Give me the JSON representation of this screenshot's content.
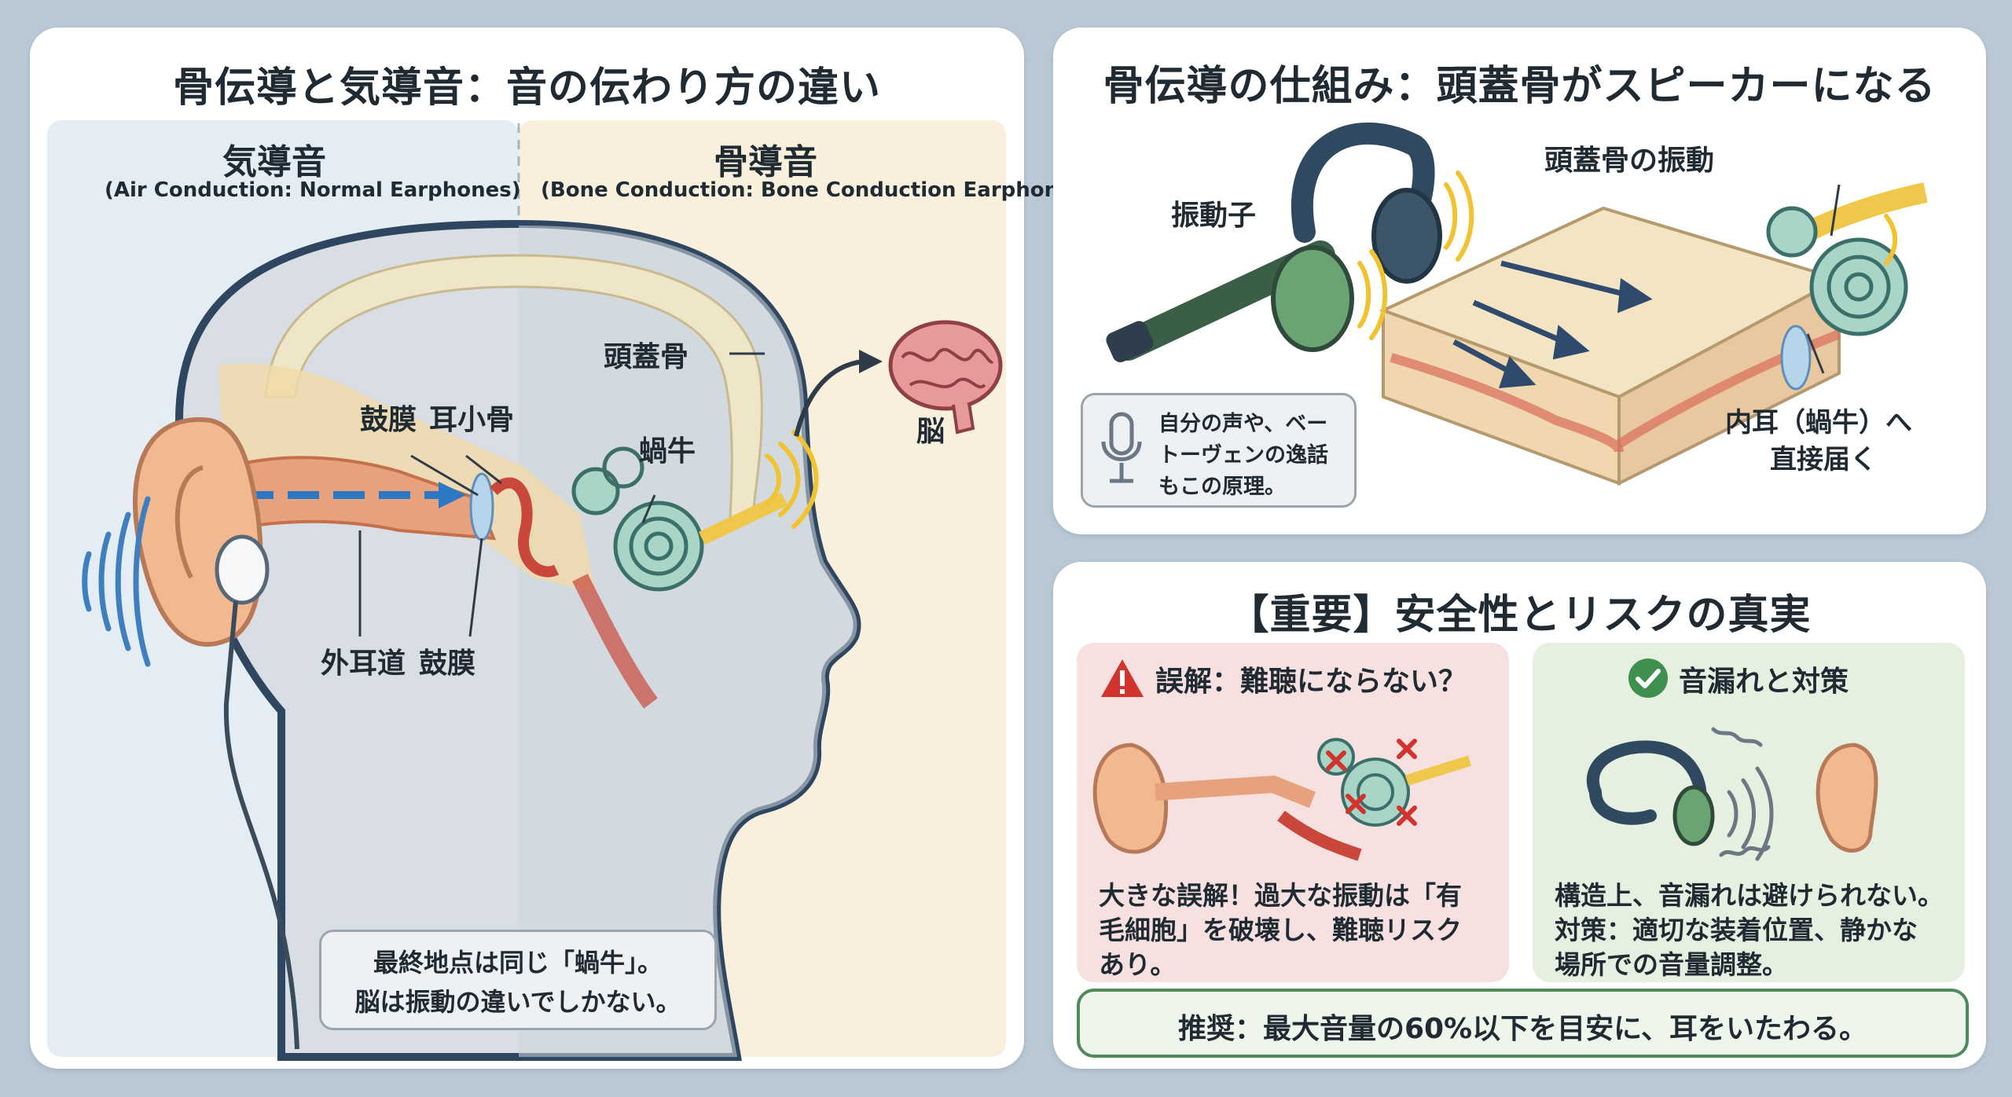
{
  "left": {
    "title": "骨伝導と気導音：音の伝わり方の違い",
    "air": {
      "heading": "気導音",
      "subheading": "(Air Conduction: Normal Earphones)"
    },
    "bone": {
      "heading": "骨導音",
      "subheading": "(Bone Conduction: Bone Conduction Earphones)"
    },
    "labels": {
      "skull": "頭蓋骨",
      "brain": "脳",
      "eardrum_top": "鼓膜",
      "ossicles": "耳小骨",
      "cochlea": "蝸牛",
      "ear_canal": "外耳道",
      "eardrum_bottom": "鼓膜"
    },
    "note_lines": [
      "最終地点は同じ「蝸牛」。",
      "脳は振動の違いでしかない。"
    ]
  },
  "top_right": {
    "title": "骨伝導の仕組み：頭蓋骨がスピーカーになる",
    "labels": {
      "transducer": "振動子",
      "skull_vibration": "頭蓋骨の振動",
      "inner_ear_line1": "内耳（蝸牛）へ",
      "inner_ear_line2": "直接届く"
    },
    "note_lines": [
      "自分の声や、ベー",
      "トーヴェンの逸話",
      "もこの原理。"
    ]
  },
  "bottom_right": {
    "title": "【重要】安全性とリスクの真実",
    "risk": {
      "heading": "誤解：難聴にならない？",
      "text_lines": [
        "大きな誤解！過大な振動は「有",
        "毛細胞」を破壊し、難聴リスク",
        "あり。"
      ]
    },
    "leak": {
      "heading": "音漏れと対策",
      "text_lines": [
        "構造上、音漏れは避けられない。",
        "対策：適切な装着位置、静かな",
        "場所での音量調整。"
      ]
    },
    "recommendation": "推奨：最大音量の60%以下を目安に、耳をいたわる。"
  },
  "colors": {
    "air_bg": "#e3edf3",
    "bone_bg": "#f8f0dc",
    "risk_bg": "#f7e1e0",
    "leak_bg": "#e6f0e0",
    "accent_green": "#4f8a5c",
    "warning_red": "#d2332d",
    "sound_blue": "#3f7fc0",
    "vibration_yellow": "#f1c330"
  }
}
